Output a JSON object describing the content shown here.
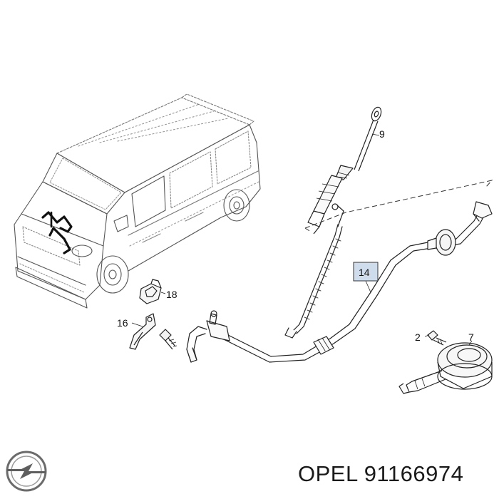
{
  "diagram": {
    "callouts": {
      "part_9": "9",
      "part_14": "14",
      "part_18": "18",
      "part_16": "16",
      "part_2": "2",
      "part_7": "7"
    },
    "highlight_color": "#cfdcec"
  },
  "footer": {
    "brand": "OPEL",
    "part_number": "91166974"
  },
  "logo": {
    "icon": "opel-blitz-logo"
  }
}
